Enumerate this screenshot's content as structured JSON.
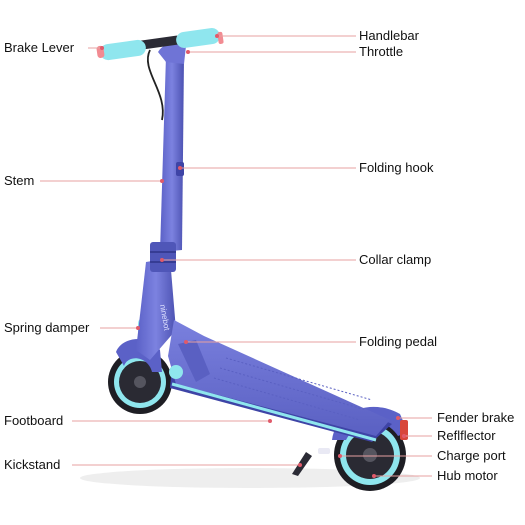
{
  "labels": {
    "handlebar": "Handlebar",
    "throttle": "Throttle",
    "brake_lever": "Brake Lever",
    "folding_hook": "Folding hook",
    "stem": "Stem",
    "collar_clamp": "Collar clamp",
    "spring_damper": "Spring damper",
    "folding_pedal": "Folding pedal",
    "footboard": "Footboard",
    "fender_brake": "Fender brake",
    "reflector": "Reflflector",
    "charge_port": "Charge port",
    "kickstand": "Kickstand",
    "hub_motor": "Hub motor"
  },
  "deck_text": "ninebot",
  "colors": {
    "frame": "#6f74d6",
    "frame_dark": "#4f56b8",
    "accent": "#8fe6ee",
    "tire": "#1e1e24",
    "leader_line": "#e7a0a0",
    "marker_dot": "#e05a6a",
    "reflector": "#d8463a"
  }
}
